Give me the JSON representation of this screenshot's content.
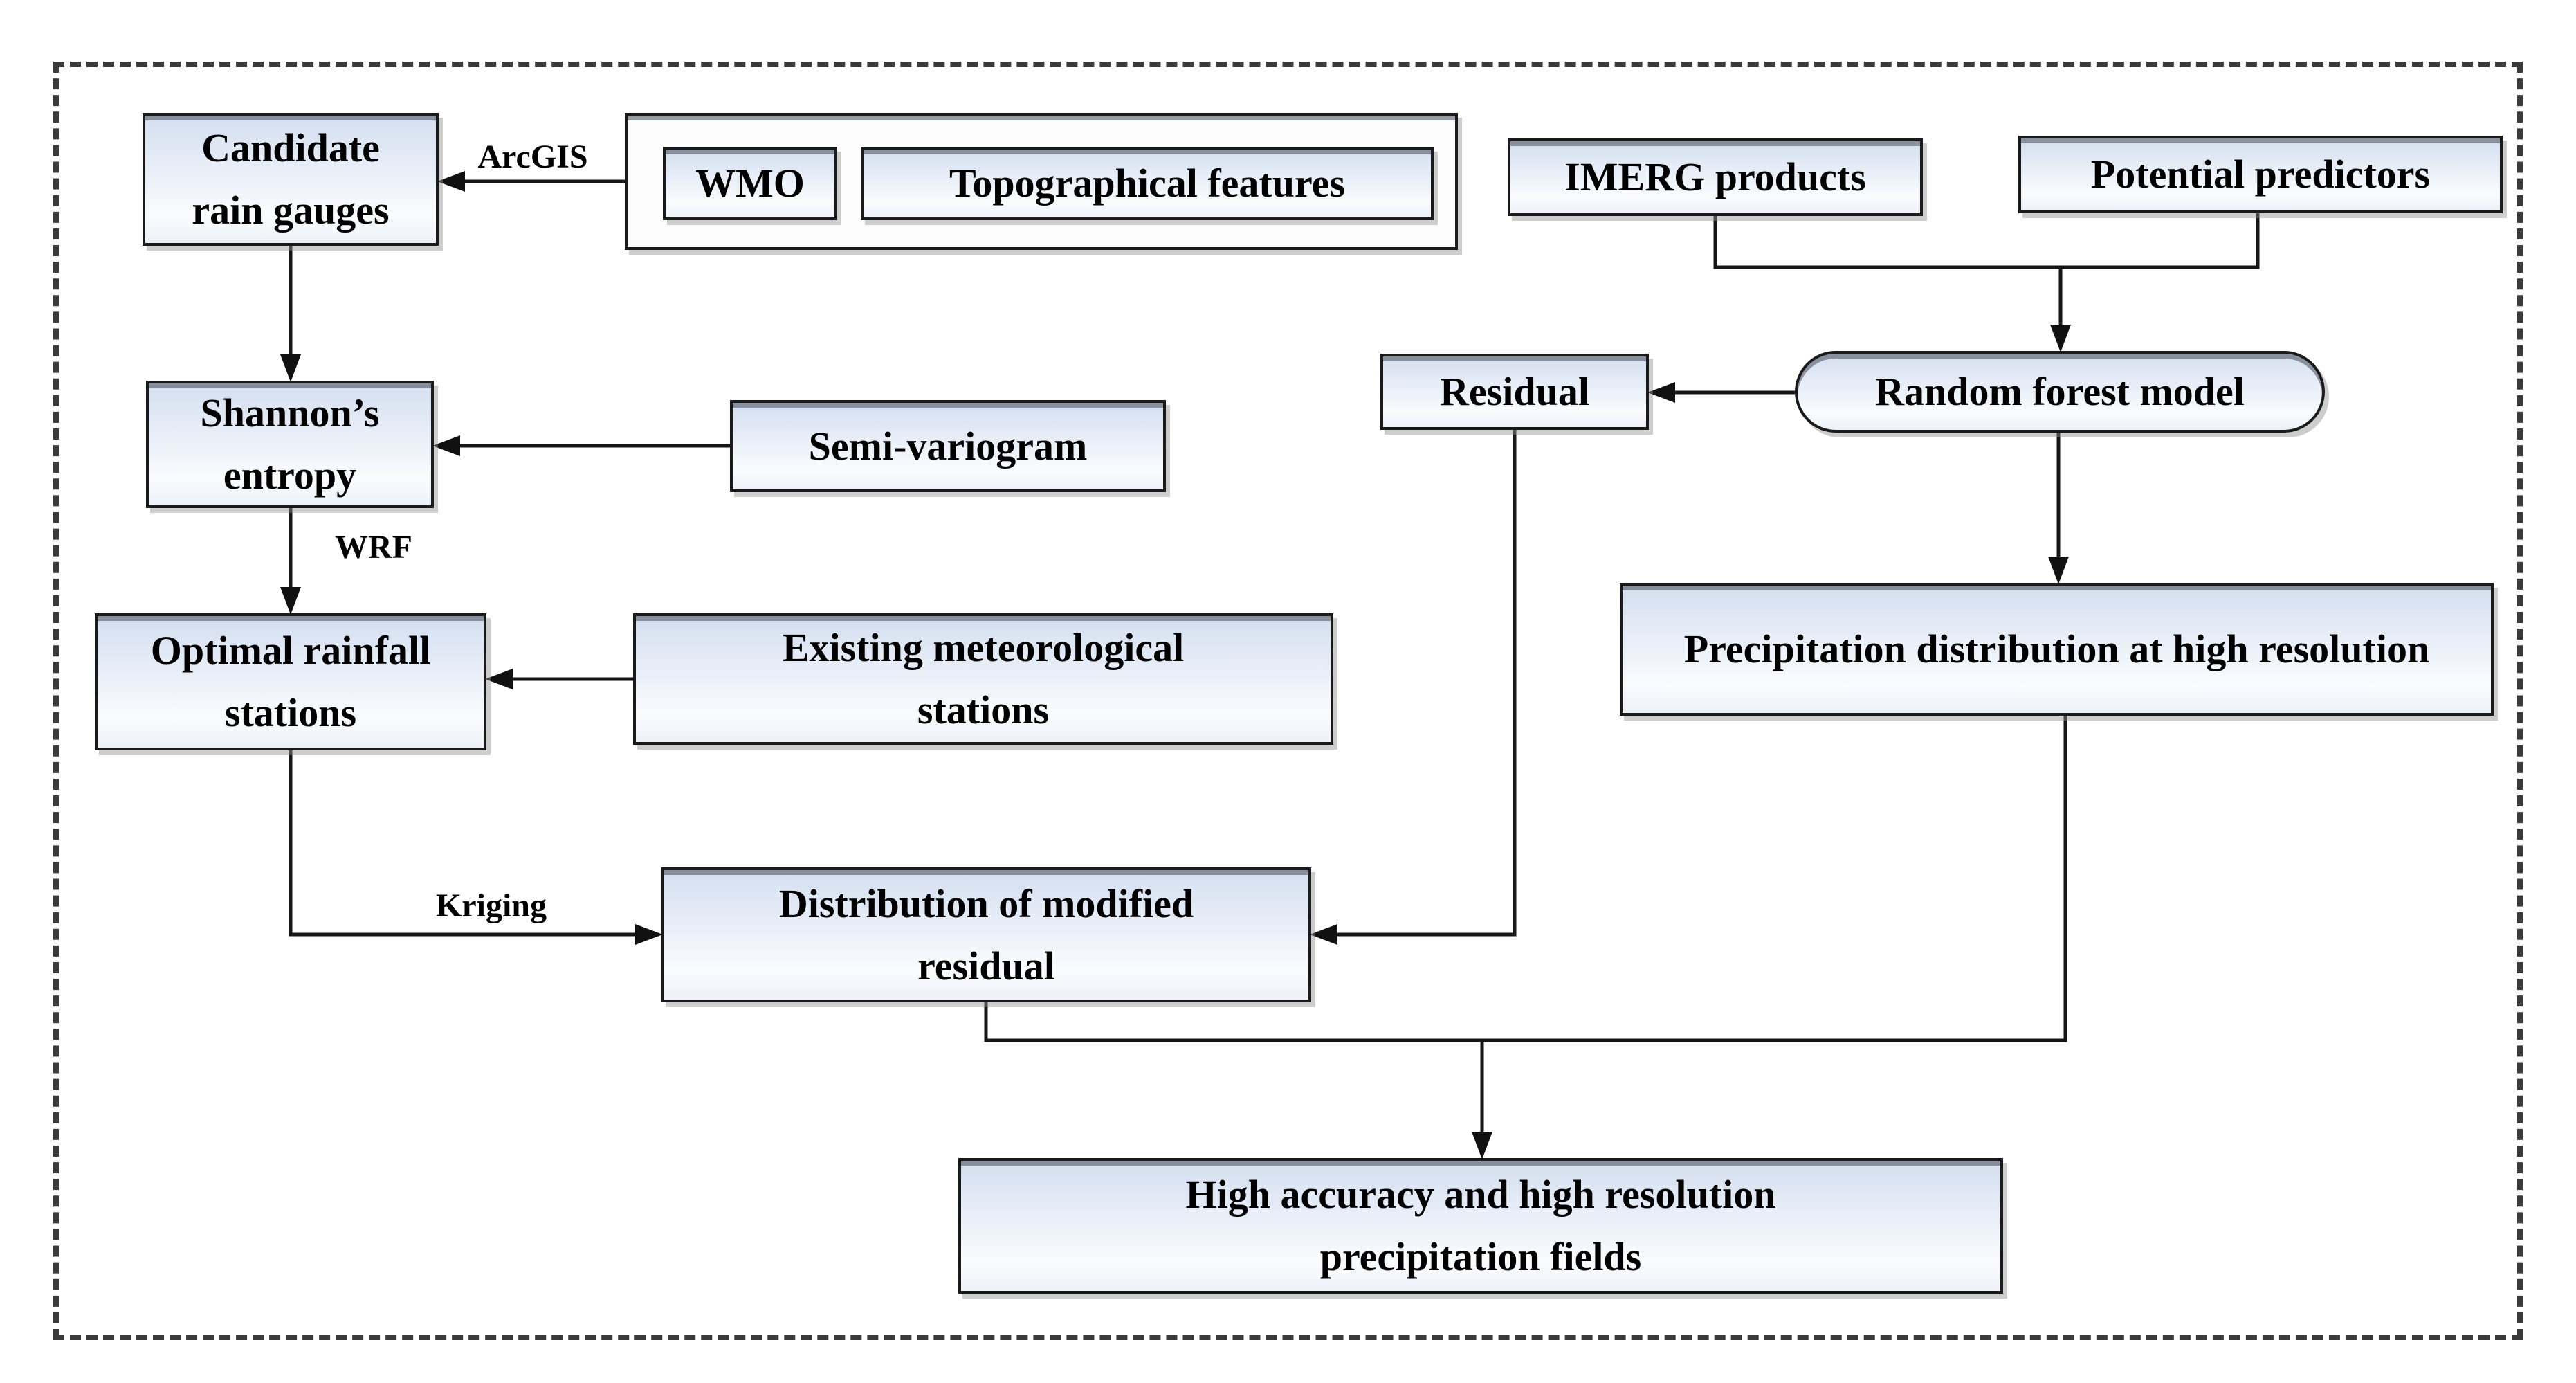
{
  "diagram": {
    "type": "flowchart",
    "description": "Methodology flowchart combining rain gauge network optimization and random-forest downscaling of IMERG precipitation"
  },
  "nodes": {
    "candidate": {
      "label": "Candidate rain gauges",
      "shape": "rect"
    },
    "wmo": {
      "label": "WMO",
      "shape": "rect"
    },
    "topo": {
      "label": "Topographical features",
      "shape": "rect"
    },
    "imerg": {
      "label": "IMERG products",
      "shape": "rect"
    },
    "potential": {
      "label": "Potential predictors",
      "shape": "rect"
    },
    "shannon": {
      "label": "Shannon’s entropy",
      "shape": "rect"
    },
    "semivario": {
      "label": "Semi-variogram",
      "shape": "rect"
    },
    "residual": {
      "label": "Residual",
      "shape": "rect"
    },
    "rfm": {
      "label": "Random forest model",
      "shape": "stadium"
    },
    "optimal": {
      "label": "Optimal rainfall stations",
      "shape": "rect"
    },
    "existing": {
      "label": "Existing meteorological stations",
      "shape": "rect"
    },
    "precip": {
      "label": "Precipitation distribution at high resolution",
      "shape": "rect"
    },
    "distribution": {
      "label": "Distribution of modified residual",
      "shape": "rect"
    },
    "highacc": {
      "label": "High accuracy and high resolution precipitation fields",
      "shape": "rect"
    }
  },
  "labels": {
    "arcgis": "ArcGIS",
    "wrf": "WRF",
    "kriging": "Kriging"
  },
  "edges": [
    {
      "from": "wmo-topo-group",
      "to": "candidate",
      "label": "ArcGIS"
    },
    {
      "from": "candidate",
      "to": "shannon"
    },
    {
      "from": "semivario",
      "to": "shannon"
    },
    {
      "from": "shannon",
      "to": "optimal",
      "label": "WRF"
    },
    {
      "from": "existing",
      "to": "optimal"
    },
    {
      "from": "imerg",
      "to": "rfm"
    },
    {
      "from": "potential",
      "to": "rfm"
    },
    {
      "from": "rfm",
      "to": "residual"
    },
    {
      "from": "rfm",
      "to": "precip"
    },
    {
      "from": "residual",
      "to": "distribution"
    },
    {
      "from": "optimal",
      "to": "distribution",
      "label": "Kriging"
    },
    {
      "from": "distribution",
      "to": "highacc"
    },
    {
      "from": "precip",
      "to": "highacc"
    }
  ],
  "colors": {
    "node_fill_top": "#d3deef",
    "node_fill_bottom": "#fafbfd",
    "node_border": "#1a1a1a",
    "group_fill": "#fdfdfe",
    "connector": "#161616",
    "dashed_frame": "#3b3b3b",
    "text": "#000000",
    "background": "#ffffff"
  }
}
